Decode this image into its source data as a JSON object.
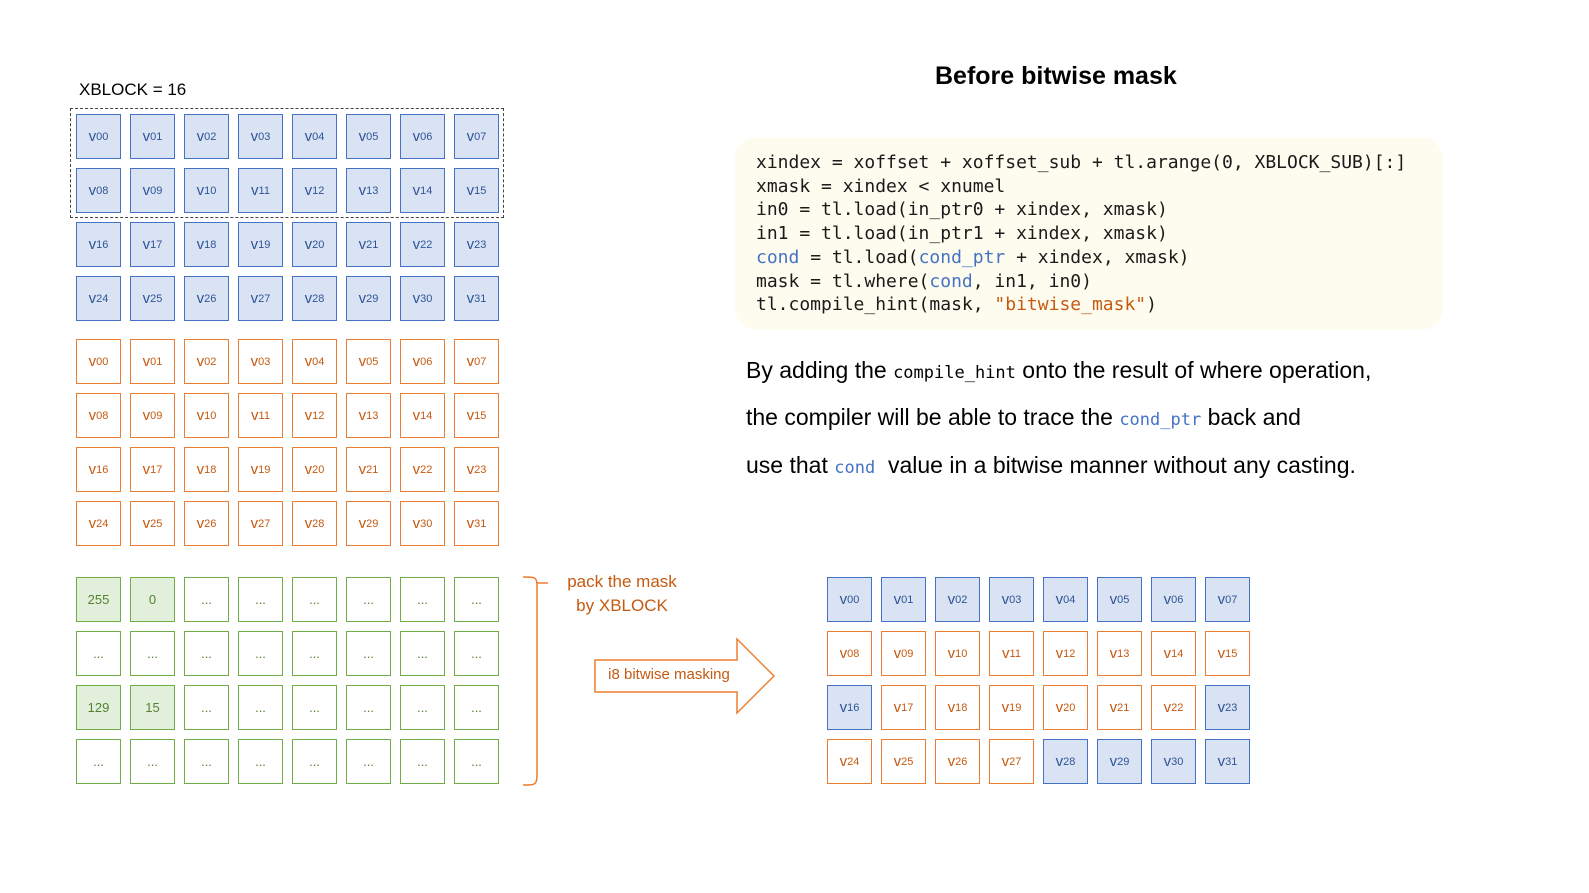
{
  "title": "Before bitwise mask",
  "xblock_label": "XBLOCK = 16",
  "code_lines": [
    [
      {
        "t": "xindex = xoffset + xoffset_sub + tl.arange(0, XBLOCK_SUB)[:]"
      }
    ],
    [
      {
        "t": "xmask = xindex < xnumel"
      }
    ],
    [
      {
        "t": "in0 = tl.load(in_ptr0 + xindex, xmask)"
      }
    ],
    [
      {
        "t": "in1 = tl.load(in_ptr1 + xindex, xmask)"
      }
    ],
    [
      {
        "t": "cond",
        "c": "blue"
      },
      {
        "t": " = tl.load("
      },
      {
        "t": "cond_ptr",
        "c": "blue"
      },
      {
        "t": " + xindex, xmask)"
      }
    ],
    [
      {
        "t": "mask = tl.where("
      },
      {
        "t": "cond",
        "c": "blue"
      },
      {
        "t": ", in1, in0)"
      }
    ],
    [
      {
        "t": "tl.compile_hint(mask, "
      },
      {
        "t": "\"bitwise_mask\"",
        "c": "orange"
      },
      {
        "t": ")"
      }
    ]
  ],
  "description": {
    "line1_a": "By adding the ",
    "line1_code": "compile_hint",
    "line1_b": " onto the result of where operation,",
    "line2_a": "the compiler will be able to trace the ",
    "line2_code": "cond_ptr",
    "line2_b": " back and",
    "line3_a": "use that ",
    "line3_code": "cond",
    "line3_b": "  value in a bitwise manner without any casting."
  },
  "pack_label_line1": "pack the mask",
  "pack_label_line2": "by XBLOCK",
  "arrow_label": "i8 bitwise masking",
  "colors": {
    "blue_fill": "#dae3f3",
    "blue_border": "#4472c4",
    "orange": "#ed7d31",
    "green": "#70ad47",
    "green_fill": "#e2efda"
  },
  "grids": {
    "blue_vector": {
      "rows": [
        [
          "00",
          "01",
          "02",
          "03",
          "04",
          "05",
          "06",
          "07"
        ],
        [
          "08",
          "09",
          "10",
          "11",
          "12",
          "13",
          "14",
          "15"
        ],
        [
          "16",
          "17",
          "18",
          "19",
          "20",
          "21",
          "22",
          "23"
        ],
        [
          "24",
          "25",
          "26",
          "27",
          "28",
          "29",
          "30",
          "31"
        ]
      ]
    },
    "orange_vector": {
      "rows": [
        [
          "00",
          "01",
          "02",
          "03",
          "04",
          "05",
          "06",
          "07"
        ],
        [
          "08",
          "09",
          "10",
          "11",
          "12",
          "13",
          "14",
          "15"
        ],
        [
          "16",
          "17",
          "18",
          "19",
          "20",
          "21",
          "22",
          "23"
        ],
        [
          "24",
          "25",
          "26",
          "27",
          "28",
          "29",
          "30",
          "31"
        ]
      ]
    },
    "mask": {
      "rows": [
        [
          "255",
          "0",
          "...",
          "...",
          "...",
          "...",
          "...",
          "..."
        ],
        [
          "...",
          "...",
          "...",
          "...",
          "...",
          "...",
          "...",
          "..."
        ],
        [
          "129",
          "15",
          "...",
          "...",
          "...",
          "...",
          "...",
          "..."
        ],
        [
          "...",
          "...",
          "...",
          "...",
          "...",
          "...",
          "...",
          "..."
        ]
      ],
      "filled": [
        [
          true,
          true,
          false,
          false,
          false,
          false,
          false,
          false
        ],
        [
          false,
          false,
          false,
          false,
          false,
          false,
          false,
          false
        ],
        [
          true,
          true,
          false,
          false,
          false,
          false,
          false,
          false
        ],
        [
          false,
          false,
          false,
          false,
          false,
          false,
          false,
          false
        ]
      ]
    },
    "result": {
      "rows": [
        [
          "00",
          "01",
          "02",
          "03",
          "04",
          "05",
          "06",
          "07"
        ],
        [
          "08",
          "09",
          "10",
          "11",
          "12",
          "13",
          "14",
          "15"
        ],
        [
          "16",
          "17",
          "18",
          "19",
          "20",
          "21",
          "22",
          "23"
        ],
        [
          "24",
          "25",
          "26",
          "27",
          "28",
          "29",
          "30",
          "31"
        ]
      ],
      "kinds": [
        [
          "blue",
          "blue",
          "blue",
          "blue",
          "blue",
          "blue",
          "blue",
          "blue"
        ],
        [
          "orange",
          "orange",
          "orange",
          "orange",
          "orange",
          "orange",
          "orange",
          "orange"
        ],
        [
          "blue",
          "orange",
          "orange",
          "orange",
          "orange",
          "orange",
          "orange",
          "blue"
        ],
        [
          "orange",
          "orange",
          "orange",
          "orange",
          "blue",
          "blue",
          "blue",
          "blue"
        ]
      ]
    }
  }
}
